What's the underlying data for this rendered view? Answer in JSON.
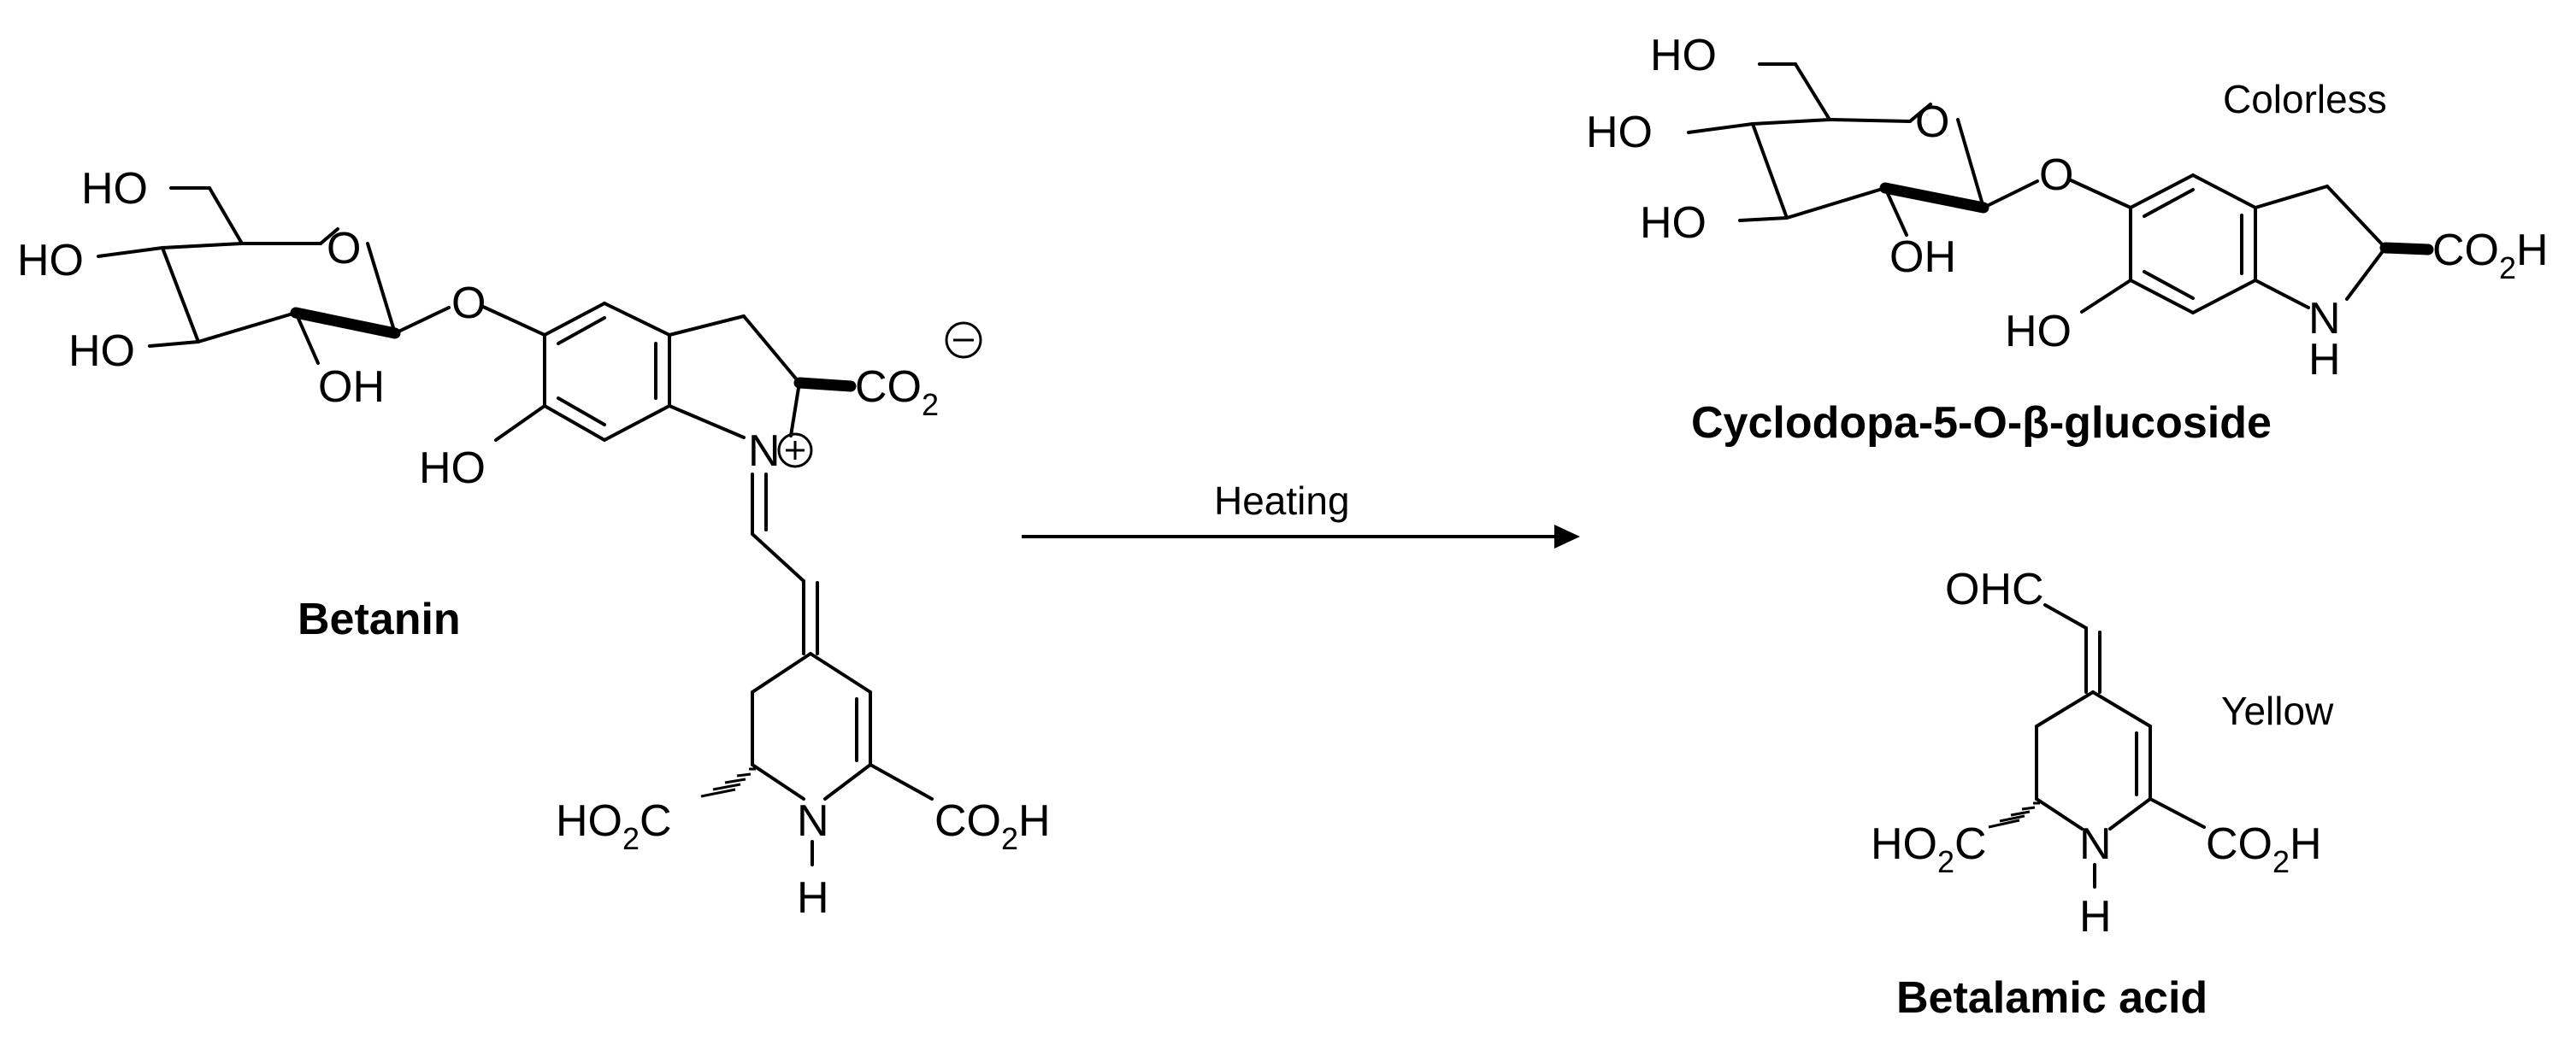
{
  "reactant": {
    "name": "Betanin",
    "atoms": {
      "ho_ch2": "HO",
      "ho_c4": "HO",
      "ho_c3": "HO",
      "oh_c2": "OH",
      "ring_o": "O",
      "gly_o": "O",
      "ho_c6": "HO",
      "n_plus": "N",
      "plus_charge": "+",
      "co2": "CO",
      "co2_sub": "2",
      "minus_charge": "−",
      "ho2c": "HO",
      "ho2c_sub": "2",
      "ho2c_c": "C",
      "nh_n": "N",
      "nh_h": "H",
      "co2h": "CO",
      "co2h_sub": "2",
      "co2h_h": "H"
    }
  },
  "arrow": {
    "label": "Heating"
  },
  "product1": {
    "name": "Cyclodopa-5-O-β-glucoside",
    "note": "Colorless",
    "atoms": {
      "ho_ch2": "HO",
      "ho_c4": "HO",
      "ho_c3": "HO",
      "oh_c2": "OH",
      "ring_o": "O",
      "gly_o": "O",
      "ho_c6": "HO",
      "nh_n": "N",
      "nh_h": "H",
      "co2h": "CO",
      "co2h_sub": "2",
      "co2h_h": "H"
    }
  },
  "product2": {
    "name": "Betalamic acid",
    "note": "Yellow",
    "atoms": {
      "ohc": "OHC",
      "ho2c": "HO",
      "ho2c_sub": "2",
      "ho2c_c": "C",
      "nh_n": "N",
      "nh_h": "H",
      "co2h": "CO",
      "co2h_sub": "2",
      "co2h_h": "H"
    }
  }
}
